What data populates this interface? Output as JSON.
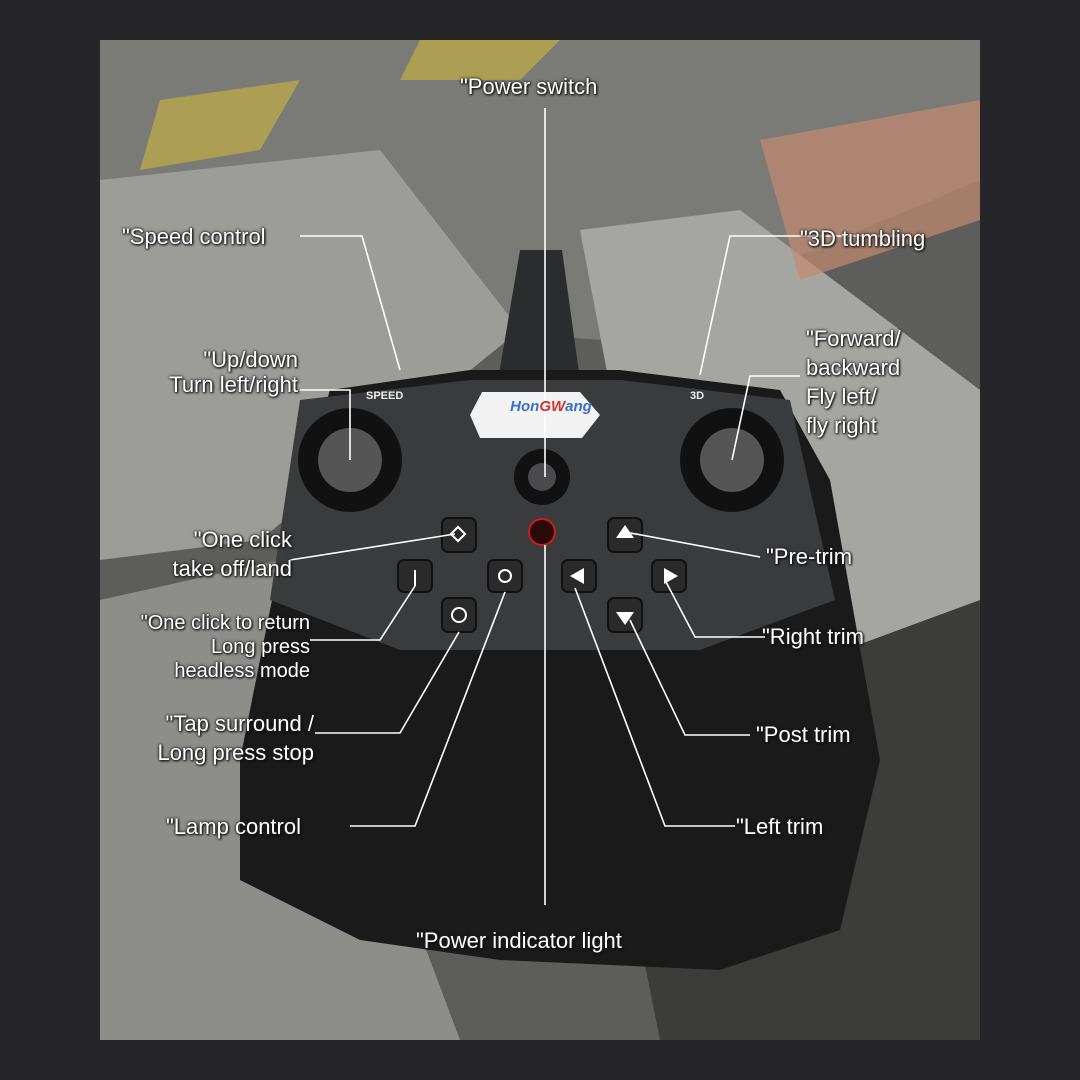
{
  "brand": {
    "prefix": "Hon",
    "mid": "GW",
    "suffix": "ang"
  },
  "controller_labels": {
    "left": "SPEED",
    "right": "3D"
  },
  "callouts": {
    "power_switch": "\"Power switch",
    "speed_control": "\"Speed control",
    "tumbling_3d": "\"3D tumbling",
    "up_down": [
      "\"Up/down",
      "Turn left/right"
    ],
    "forward_backward": [
      "\"Forward/",
      "backward",
      "Fly left/",
      "fly right"
    ],
    "one_click_takeoff": [
      "\"One click",
      "take off/land"
    ],
    "pre_trim": "\"Pre-trim",
    "one_click_return": [
      "\"One click to return",
      "Long press",
      "headless mode"
    ],
    "right_trim": "\"Right trim",
    "tap_surround": [
      "\"Tap surround /",
      "Long press stop"
    ],
    "post_trim": "\"Post trim",
    "lamp_control": "\"Lamp control",
    "left_trim": "\"Left trim",
    "power_indicator": "\"Power indicator light"
  }
}
